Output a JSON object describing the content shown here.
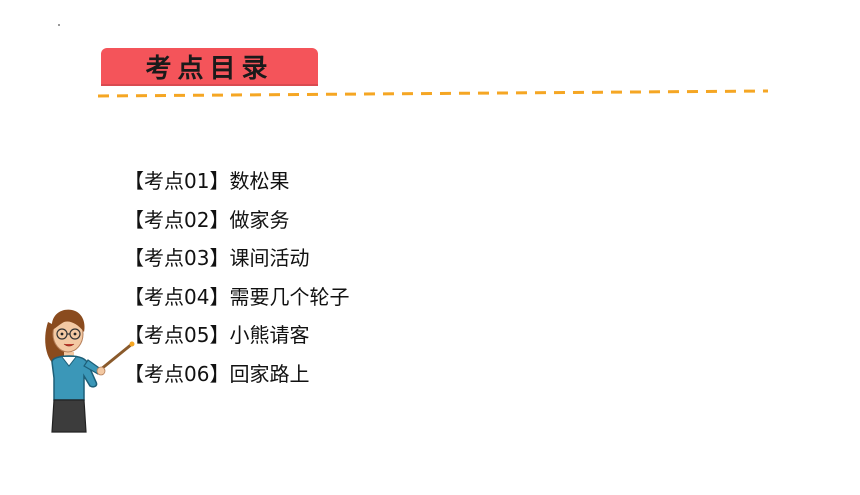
{
  "slide": {
    "title": "考点目录",
    "items": [
      {
        "label": "【考点01】数松果"
      },
      {
        "label": "【考点02】做家务"
      },
      {
        "label": "【考点03】课间活动"
      },
      {
        "label": "【考点04】需要几个轮子"
      },
      {
        "label": "【考点05】小熊请客"
      },
      {
        "label": "【考点06】回家路上"
      }
    ]
  },
  "colors": {
    "title_tab": "#f4545a",
    "dashed_line": "#f5a623",
    "text": "#111111"
  },
  "illustration": {
    "name": "teacher-with-pointer"
  }
}
